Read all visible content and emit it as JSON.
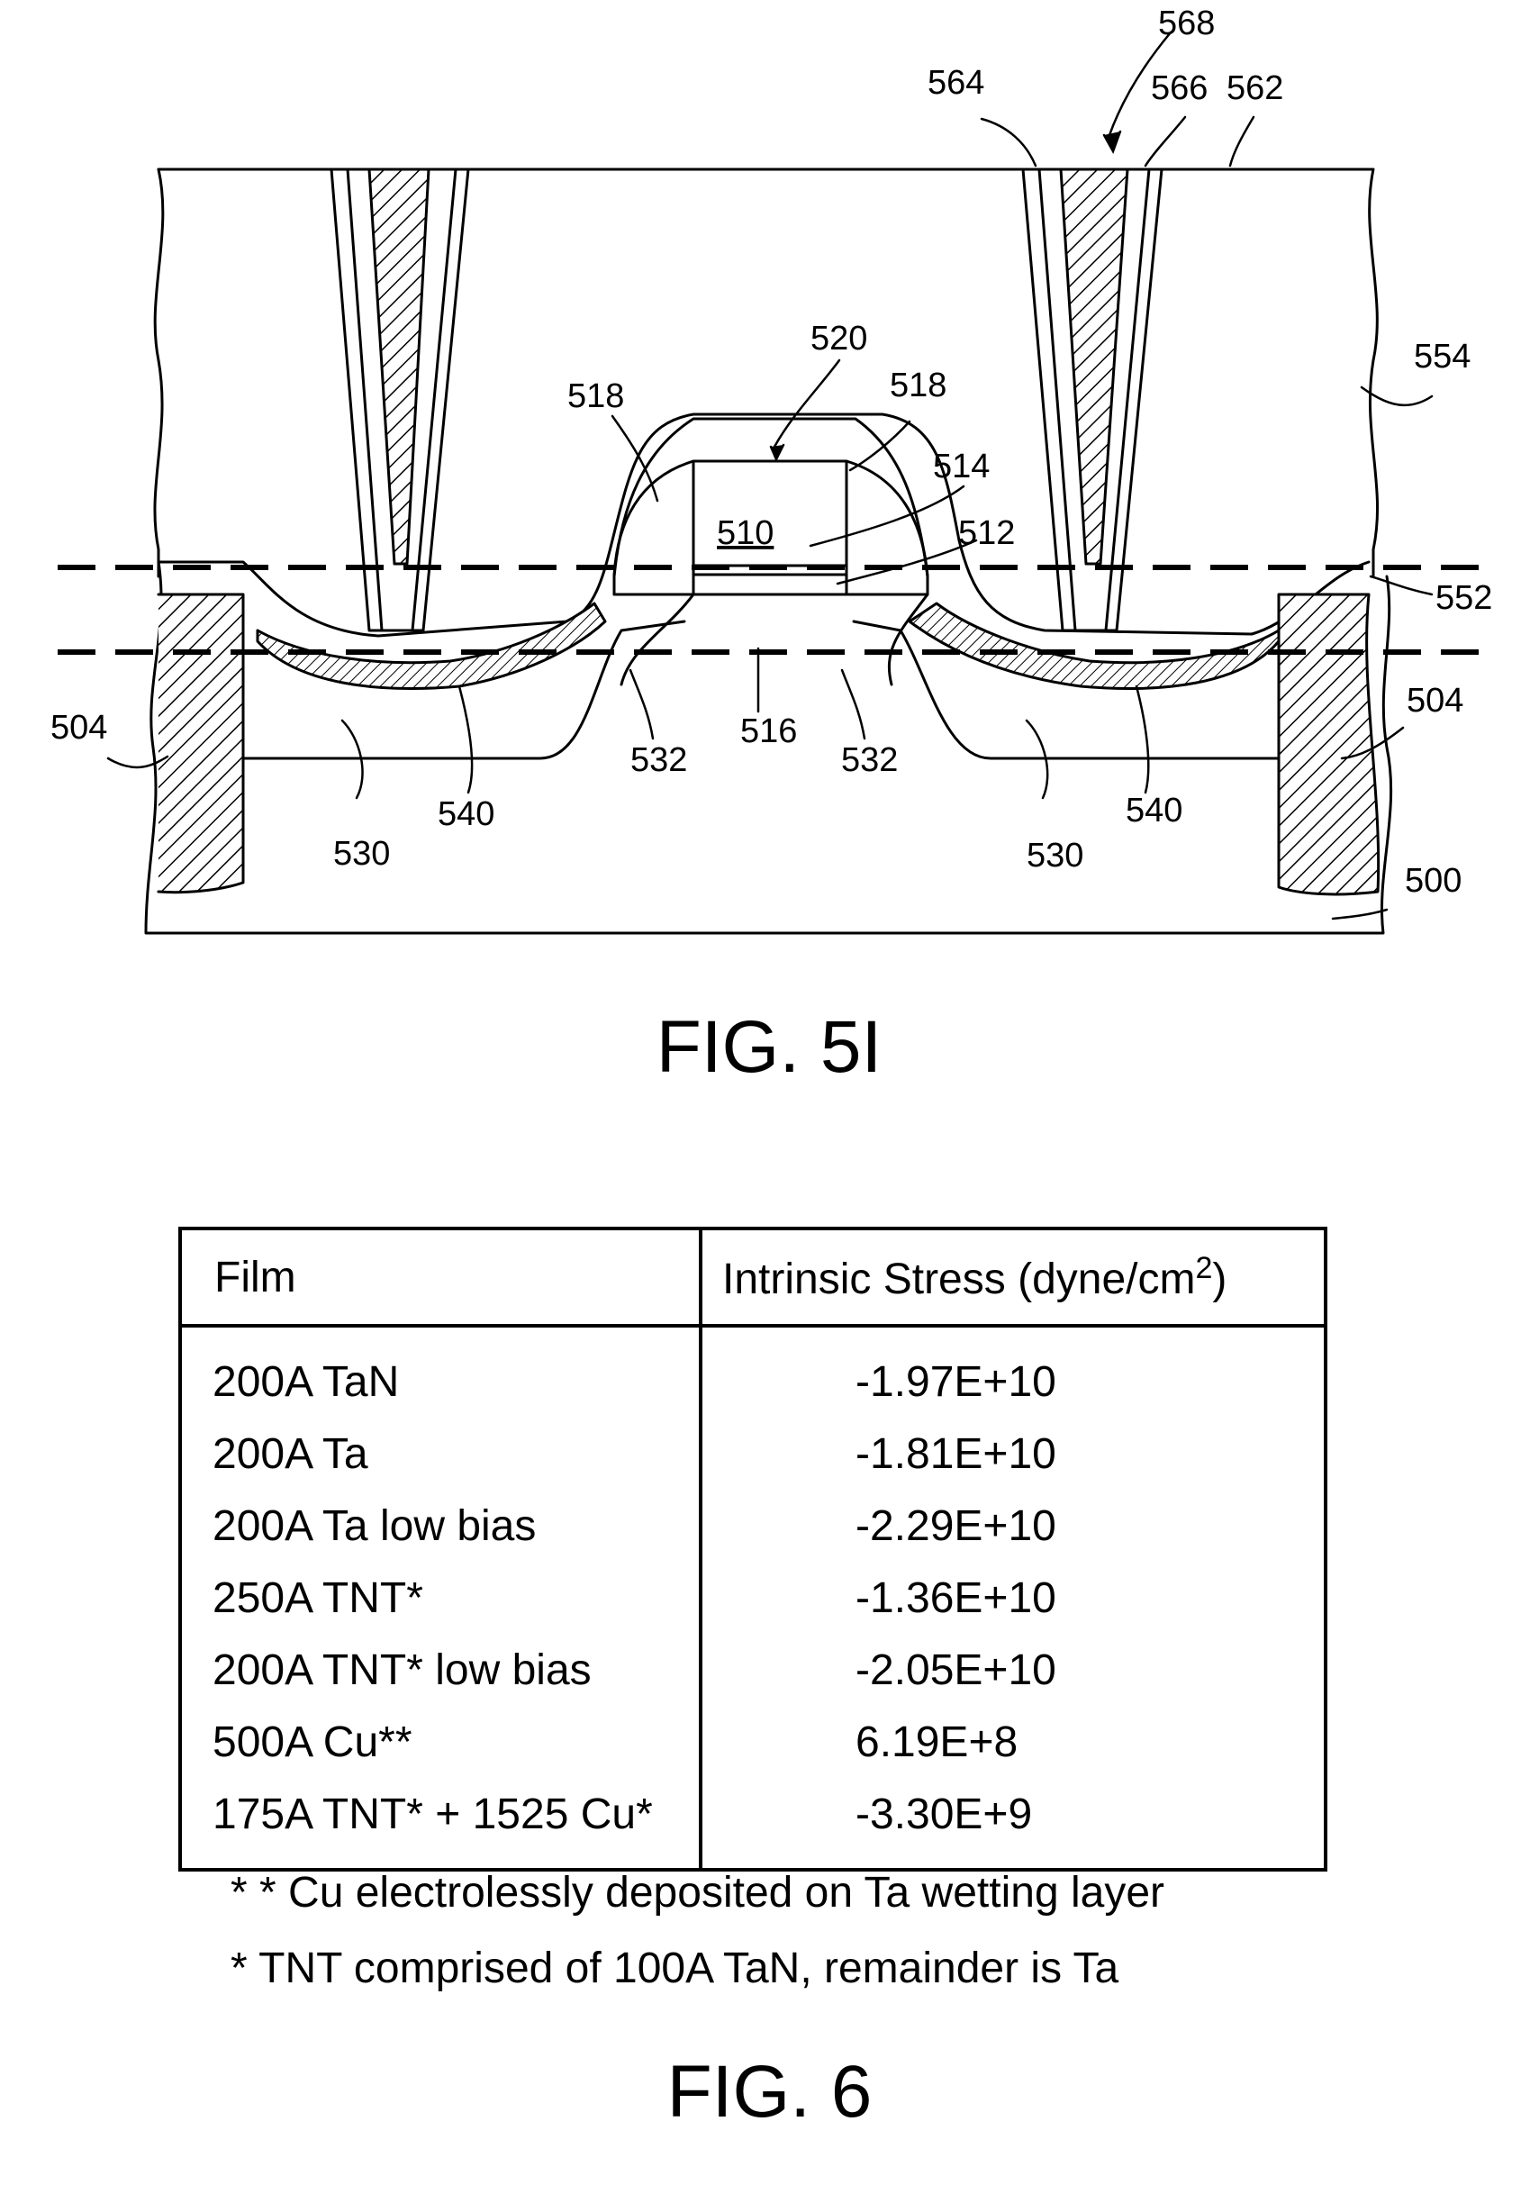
{
  "figure_5i": {
    "labels": {
      "l568": "568",
      "l564": "564",
      "l566": "566",
      "l562": "562",
      "l554": "554",
      "l520": "520",
      "l518a": "518",
      "l518b": "518",
      "l514": "514",
      "l510": "510",
      "l512": "512",
      "l552": "552",
      "l504a": "504",
      "l504b": "504",
      "l532a": "532",
      "l516": "516",
      "l532b": "532",
      "l540a": "540",
      "l540b": "540",
      "l530a": "530",
      "l530b": "530",
      "l500": "500"
    },
    "caption": "FIG. 5I"
  },
  "figure_6": {
    "table": {
      "headers": {
        "film": "Film",
        "stress": "Intrinsic Stress (dyne/cm",
        "stress_sup": "2",
        "stress_close": ")"
      },
      "rows": [
        {
          "film": "200A TaN",
          "stress": "-1.97E+10"
        },
        {
          "film": "200A Ta",
          "stress": "-1.81E+10"
        },
        {
          "film": "200A Ta low bias",
          "stress": "-2.29E+10"
        },
        {
          "film": "250A TNT*",
          "stress": "-1.36E+10"
        },
        {
          "film": "200A TNT*  low bias",
          "stress": "-2.05E+10"
        },
        {
          "film": "500A Cu**",
          "stress": "6.19E+8"
        },
        {
          "film": "175A TNT*  + 1525 Cu*",
          "stress": "-3.30E+9"
        }
      ]
    },
    "footnotes": [
      "* *  Cu electrolessly deposited on Ta wetting layer",
      "*  TNT comprised of 100A TaN, remainder is Ta"
    ],
    "caption": "FIG. 6"
  }
}
